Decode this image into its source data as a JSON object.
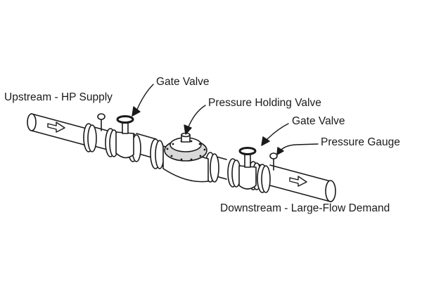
{
  "labels": {
    "upstream": "Upstream - HP Supply",
    "gate_valve_1": "Gate Valve",
    "pressure_holding_valve": "Pressure Holding Valve",
    "gate_valve_2": "Gate Valve",
    "pressure_gauge": "Pressure Gauge",
    "downstream": "Downstream - Large-Flow Demand"
  },
  "colors": {
    "line": "#1a1a1a",
    "shade": "#d9d9d9",
    "background": "#ffffff"
  }
}
